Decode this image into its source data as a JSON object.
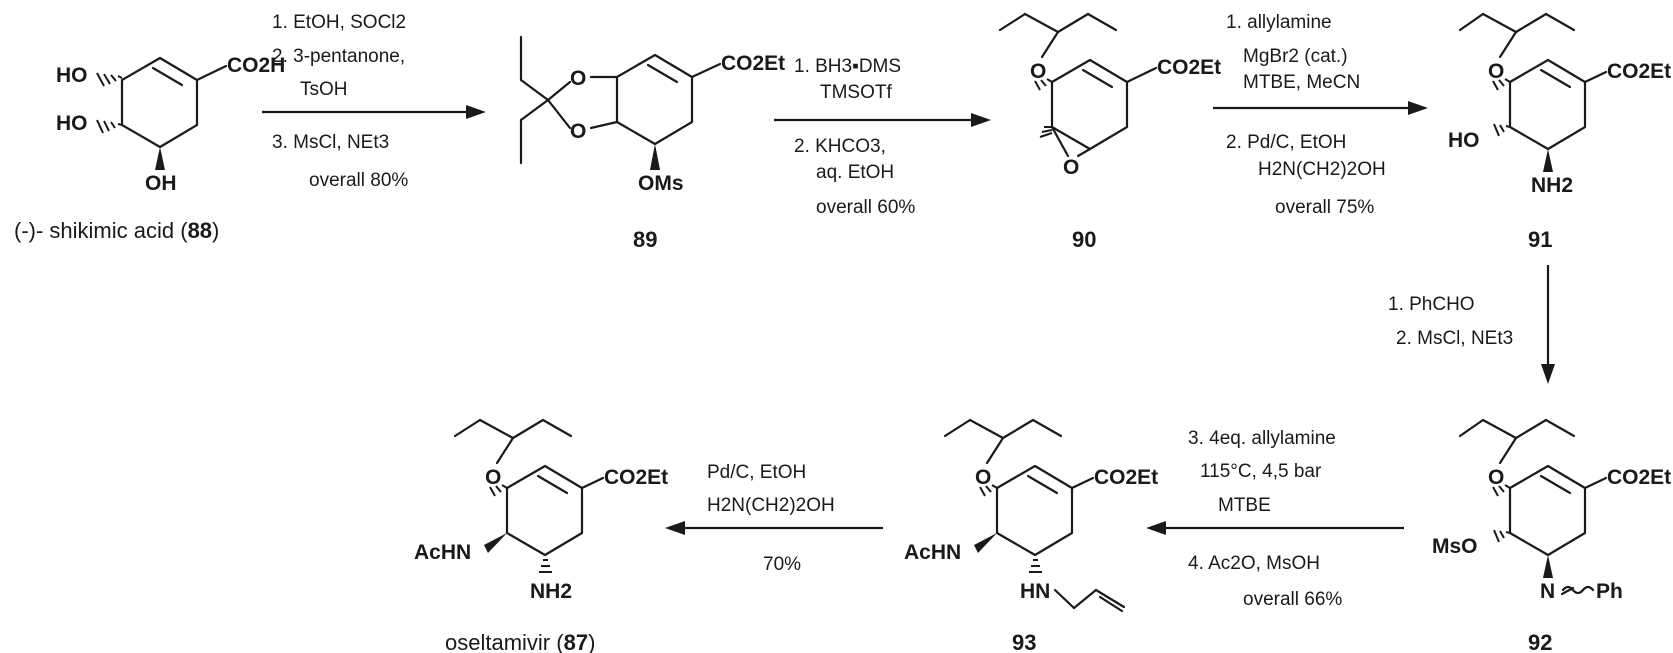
{
  "compounds": [
    {
      "id": "88",
      "name_prefix": "(-)- shikimic acid (",
      "number": "88",
      "name_suffix": ")",
      "labels": {
        "ho1": "HO",
        "ho2": "HO",
        "oh": "OH",
        "acid": "CO2H"
      }
    },
    {
      "id": "89",
      "number": "89",
      "labels": {
        "o1": "O",
        "o2": "O",
        "ester": "CO2Et",
        "oms": "OMs"
      }
    },
    {
      "id": "90",
      "number": "90",
      "labels": {
        "o_ether": "O",
        "o_epox": "O",
        "ester": "CO2Et"
      }
    },
    {
      "id": "91",
      "number": "91",
      "labels": {
        "o_ether": "O",
        "ho": "HO",
        "nh2": "NH2",
        "ester": "CO2Et"
      }
    },
    {
      "id": "92",
      "number": "92",
      "labels": {
        "o_ether": "O",
        "mso": "MsO",
        "n": "N",
        "ph": "Ph",
        "ester": "CO2Et"
      }
    },
    {
      "id": "93",
      "number": "93",
      "labels": {
        "o_ether": "O",
        "achn": "AcHN",
        "hn": "HN",
        "ester": "CO2Et"
      }
    },
    {
      "id": "87",
      "name_prefix": "oseltamivir (",
      "number": "87",
      "name_suffix": ")",
      "labels": {
        "o_ether": "O",
        "achn": "AcHN",
        "nh2": "NH2",
        "ester": "CO2Et"
      }
    }
  ],
  "steps": [
    {
      "id": "88-89",
      "above": [
        "1. EtOH, SOCl2",
        "2. 3-pentanone,",
        "TsOH"
      ],
      "below": [
        "3. MsCl, NEt3",
        "overall 80%"
      ]
    },
    {
      "id": "89-90",
      "above": [
        "1. BH3▪DMS",
        "TMSOTf"
      ],
      "below": [
        "2. KHCO3,",
        "aq. EtOH",
        "overall 60%"
      ]
    },
    {
      "id": "90-91",
      "above": [
        "1. allylamine",
        "MgBr2 (cat.)",
        "MTBE, MeCN"
      ],
      "below": [
        "2. Pd/C, EtOH",
        "H2N(CH2)2OH",
        "overall 75%"
      ]
    },
    {
      "id": "91-92",
      "side": [
        "1. PhCHO",
        "2. MsCl, NEt3"
      ]
    },
    {
      "id": "92-93",
      "above": [
        "3. 4eq. allylamine",
        "115°C, 4,5 bar",
        "MTBE"
      ],
      "below": [
        "4. Ac2O, MsOH",
        "overall 66%"
      ]
    },
    {
      "id": "93-87",
      "above": [
        "Pd/C, EtOH",
        "H2N(CH2)2OH"
      ],
      "below": [
        "70%"
      ]
    }
  ]
}
